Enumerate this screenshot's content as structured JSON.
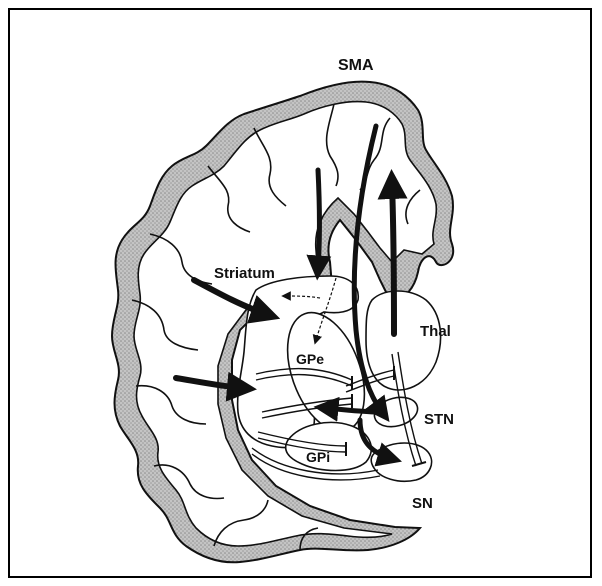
{
  "labels": {
    "sma": "SMA",
    "striatum": "Striatum",
    "thal": "Thal",
    "gpe": "GPe",
    "gpi": "GPi",
    "stn": "STN",
    "sn": "SN"
  },
  "colors": {
    "cortex_fill": "#b8b8b8",
    "outline": "#111111",
    "background": "#ffffff"
  }
}
